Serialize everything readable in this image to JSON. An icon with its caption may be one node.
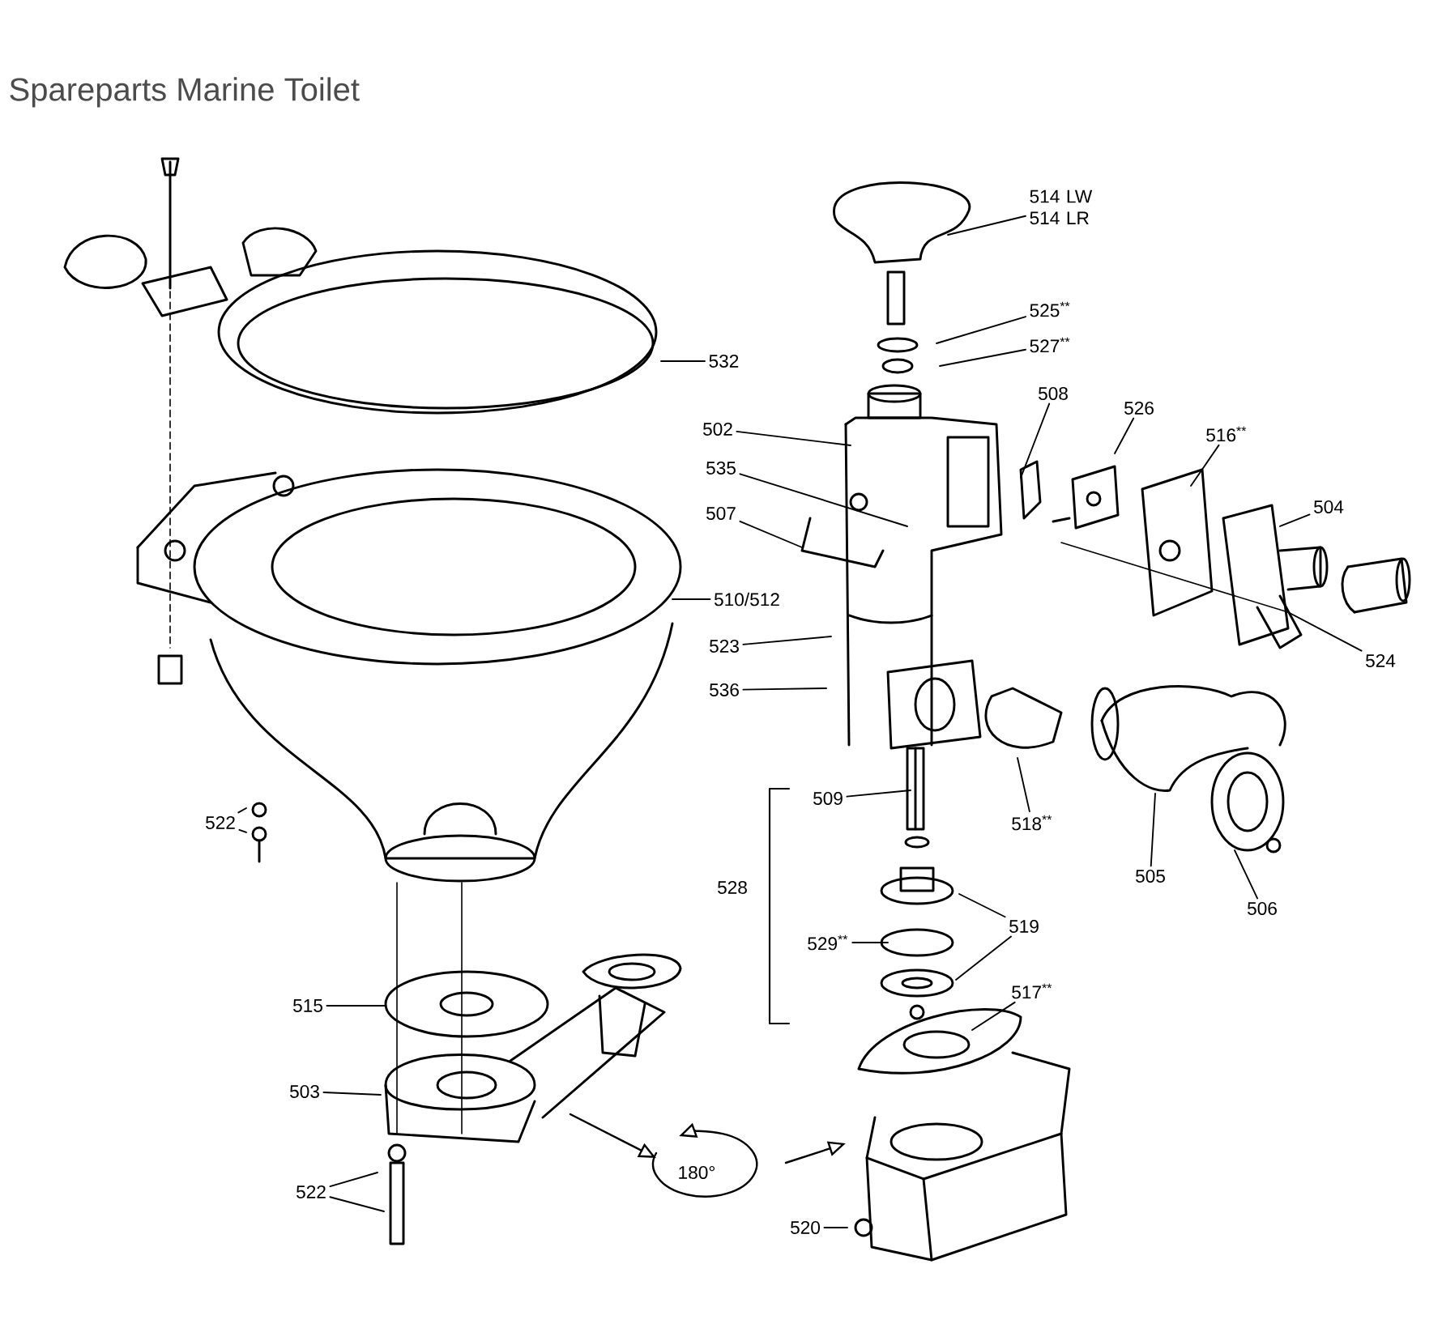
{
  "diagram": {
    "title": "Spareparts Marine Toilet",
    "nodes": [
      {
        "text": [
          "514 LW 514 LR"
        ]
      },
      {
        "text": [
          "525$^{**}$"
        ]
      },
      {
        "text": [
          "527$^{**}$"
        ]
      },
      {
        "text": [
          "532"
        ]
      },
      {
        "text": [
          "508"
        ]
      },
      {
        "text": [
          "526"
        ]
      },
      {
        "text": [
          "516$^{**}$"
        ]
      },
      {
        "text": [
          "502"
        ]
      },
      {
        "text": [
          "535"
        ]
      },
      {
        "text": [
          "504"
        ]
      },
      {
        "text": [
          "507"
        ]
      },
      {
        "text": [
          "510/512"
        ]
      },
      {
        "text": [
          "523"
        ]
      },
      {
        "text": [
          "524"
        ]
      },
      {
        "text": [
          "536"
        ]
      },
      {
        "text": [
          "509"
        ]
      },
      {
        "text": [
          "518$^{**}$"
        ]
      },
      {
        "text": [
          "522"
        ]
      },
      {
        "text": [
          "505"
        ]
      },
      {
        "text": [
          "529$^{**}$"
        ]
      },
      {
        "text": [
          "519"
        ]
      },
      {
        "text": [
          "506"
        ]
      },
      {
        "text": [
          "515"
        ]
      },
      {
        "text": [
          "517$^{**}$"
        ]
      },
      {
        "text": [
          "503"
        ]
      },
      {
        "text": [
          "522"
        ]
      },
      {
        "text": [
          "520"
        ]
      }
    ],
    "edges": [
      {
        "from": 0,
        "to": null,
        "arrow": "none"
      },
      {
        "from": 1,
        "to": null,
        "arrow": "none"
      },
      {
        "from": 2,
        "to": null,
        "arrow": "none"
      },
      {
        "from": 3,
        "to": null,
        "arrow": "none"
      },
      {
        "from": 4,
        "to": null,
        "arrow": "none"
      },
      {
        "from": 5,
        "to": null,
        "arrow": "none"
      },
      {
        "from": 6,
        "to": null,
        "arrow": "none"
      },
      {
        "from": 7,
        "to": null,
        "arrow": "none"
      },
      {
        "from": 8,
        "to": null,
        "arrow": "none"
      },
      {
        "from": 9,
        "to": null,
        "arrow": "none"
      },
      {
        "from": 10,
        "to": null,
        "arrow": "none"
      },
      {
        "from": 11,
        "to": null,
        "arrow": "none"
      },
      {
        "from": 12,
        "to": null,
        "arrow": "none"
      },
      {
        "from": 13,
        "to": null,
        "arrow": "none"
      },
      {
        "from": 14,
        "to": null,
        "arrow": "none"
      },
      {
        "from": 15,
        "to": null,
        "arrow": "none"
      },
      {
        "from": 16,
        "to": null,
        "arrow": "none"
      },
      {
        "from": 17,
        "to": null,
        "arrow": "none"
      },
      {
        "from": 17,
        "to": null,
        "arrow": "none"
      },
      {
        "from": 18,
        "to": null,
        "arrow": "none"
      },
      {
        "from": 19,
        "to": null,
        "arrow": "none"
      },
      {
        "from": 20,
        "to": null,
        "arrow": "none"
      },
      {
        "from": 20,
        "to": null,
        "arrow": "none"
      },
      {
        "from": 21,
        "to": null,
        "arrow": "none"
      },
      {
        "from": 22,
        "to": null,
        "arrow": "none"
      },
      {
        "from": 23,
        "to": null,
        "arrow": "none"
      },
      {
        "from": 24,
        "to": null,
        "arrow": "none"
      },
      {
        "from": 25,
        "to": null,
        "arrow": "none"
      },
      {
        "from": 25,
        "to": null,
        "arrow": "none"
      },
      {
        "from": 26,
        "to": null,
        "arrow": "none"
      }
    ],
    "labels": [
      "528",
      "180°"
    ]
  }
}
